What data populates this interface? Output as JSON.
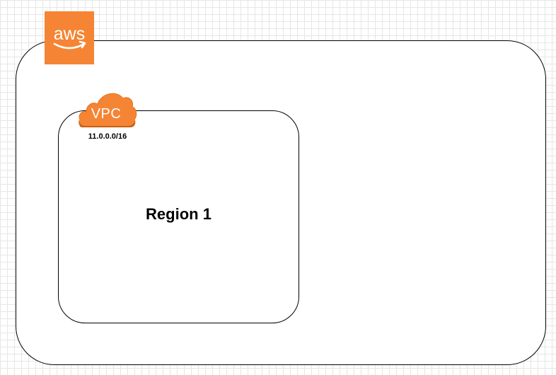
{
  "diagram": {
    "aws_logo": {
      "icon": "aws-logo-icon",
      "text": "aws",
      "color": "#f58534"
    },
    "vpc": {
      "icon": "vpc-cloud-icon",
      "label": "VPC",
      "cidr": "11.0.0.0/16",
      "color": "#f58534"
    },
    "region": {
      "label": "Region 1"
    }
  }
}
